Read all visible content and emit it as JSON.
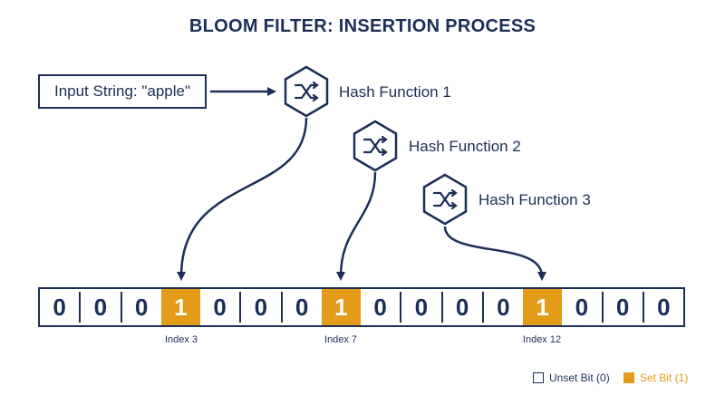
{
  "title": "BLOOM FILTER: INSERTION PROCESS",
  "input": {
    "label": "Input String: \"apple\""
  },
  "hash_functions": [
    {
      "label": "Hash Function 1",
      "target_index": 3,
      "icon": "shuffle-icon"
    },
    {
      "label": "Hash Function 2",
      "target_index": 7,
      "icon": "shuffle-icon"
    },
    {
      "label": "Hash Function 3",
      "target_index": 12,
      "icon": "shuffle-icon"
    }
  ],
  "bit_array": {
    "bits": [
      "0",
      "0",
      "0",
      "1",
      "0",
      "0",
      "0",
      "1",
      "0",
      "0",
      "0",
      "0",
      "1",
      "0",
      "0",
      "0"
    ],
    "index_labels": [
      {
        "index": 3,
        "text": "Index 3"
      },
      {
        "index": 7,
        "text": "Index 7"
      },
      {
        "index": 12,
        "text": "Index 12"
      }
    ]
  },
  "legend": {
    "unset": "Unset Bit (0)",
    "set": "Set Bit (1)"
  },
  "colors": {
    "navy": "#1c2e55",
    "accent": "#e39c1a"
  }
}
